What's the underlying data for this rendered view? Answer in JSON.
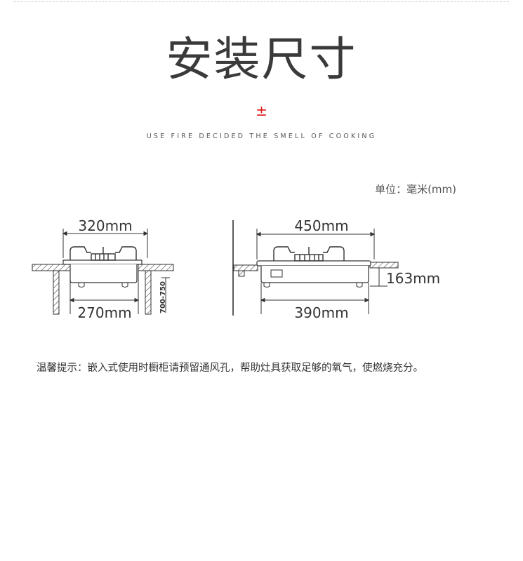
{
  "header": {
    "title": "安装尺寸",
    "accent": "±",
    "tagline": "USE FIRE DECIDED THE SMELL OF COOKING"
  },
  "unit_label": "单位：毫米(mm)",
  "diagrams": {
    "left": {
      "top_width": "320mm",
      "cutout_width": "270mm",
      "height_range": "700-750"
    },
    "right": {
      "top_width": "450mm",
      "bottom_width": "390mm",
      "height": "163mm"
    }
  },
  "note": "温馨提示：嵌入式使用时橱柜请预留通风孔，帮助灶具获取足够的氧气，使燃烧充分。"
}
